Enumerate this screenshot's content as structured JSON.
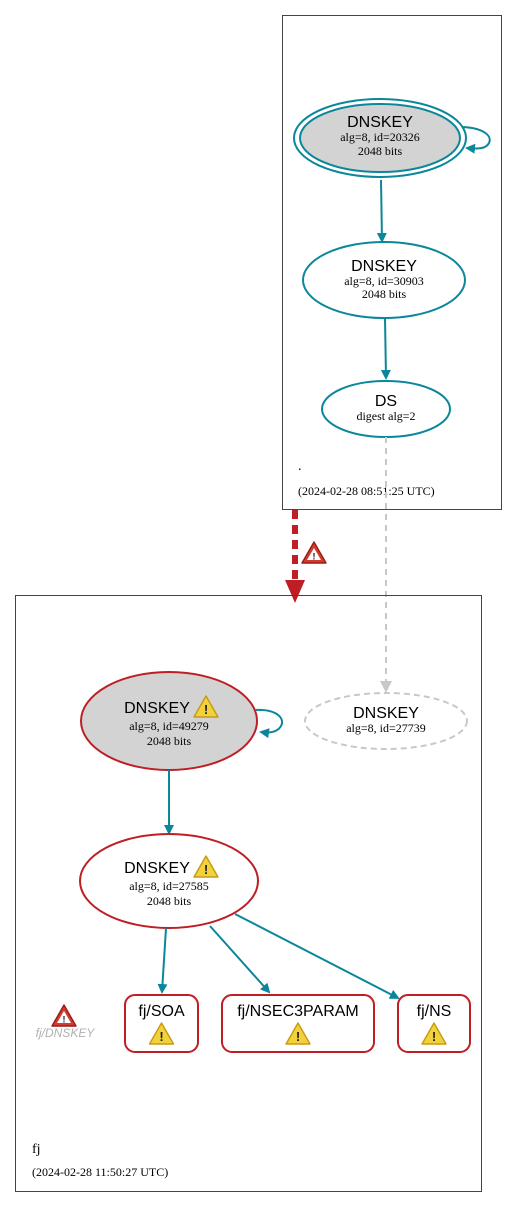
{
  "colors": {
    "teal": "#0a879a",
    "red": "#be1e24",
    "gray_fill": "#d3d3d3",
    "dashed_gray": "#c8c8c8",
    "box_border": "#444444"
  },
  "root_zone": {
    "name": ".",
    "timestamp": "(2024-02-28 08:51:25 UTC)",
    "ksk": {
      "title": "DNSKEY",
      "detail": "alg=8, id=20326",
      "bits": "2048 bits"
    },
    "zsk": {
      "title": "DNSKEY",
      "detail": "alg=8, id=30903",
      "bits": "2048 bits"
    },
    "ds": {
      "title": "DS",
      "detail": "digest alg=2"
    }
  },
  "fj_zone": {
    "name": "fj",
    "timestamp": "(2024-02-28 11:50:27 UTC)",
    "ksk": {
      "title": "DNSKEY",
      "detail": "alg=8, id=49279",
      "bits": "2048 bits",
      "warning_icon": "warning-icon"
    },
    "missing_key": {
      "title": "DNSKEY",
      "detail": "alg=8, id=27739"
    },
    "zsk": {
      "title": "DNSKEY",
      "detail": "alg=8, id=27585",
      "bits": "2048 bits",
      "warning_icon": "warning-icon"
    },
    "records": [
      {
        "label": "fj/SOA",
        "warning_icon": "warning-icon"
      },
      {
        "label": "fj/NSEC3PARAM",
        "warning_icon": "warning-icon"
      },
      {
        "label": "fj/NS",
        "warning_icon": "warning-icon"
      }
    ],
    "dnskey_error": {
      "label": "fj/DNSKEY",
      "icon": "error-icon"
    }
  },
  "delegation": {
    "status_icon": "error-icon"
  }
}
